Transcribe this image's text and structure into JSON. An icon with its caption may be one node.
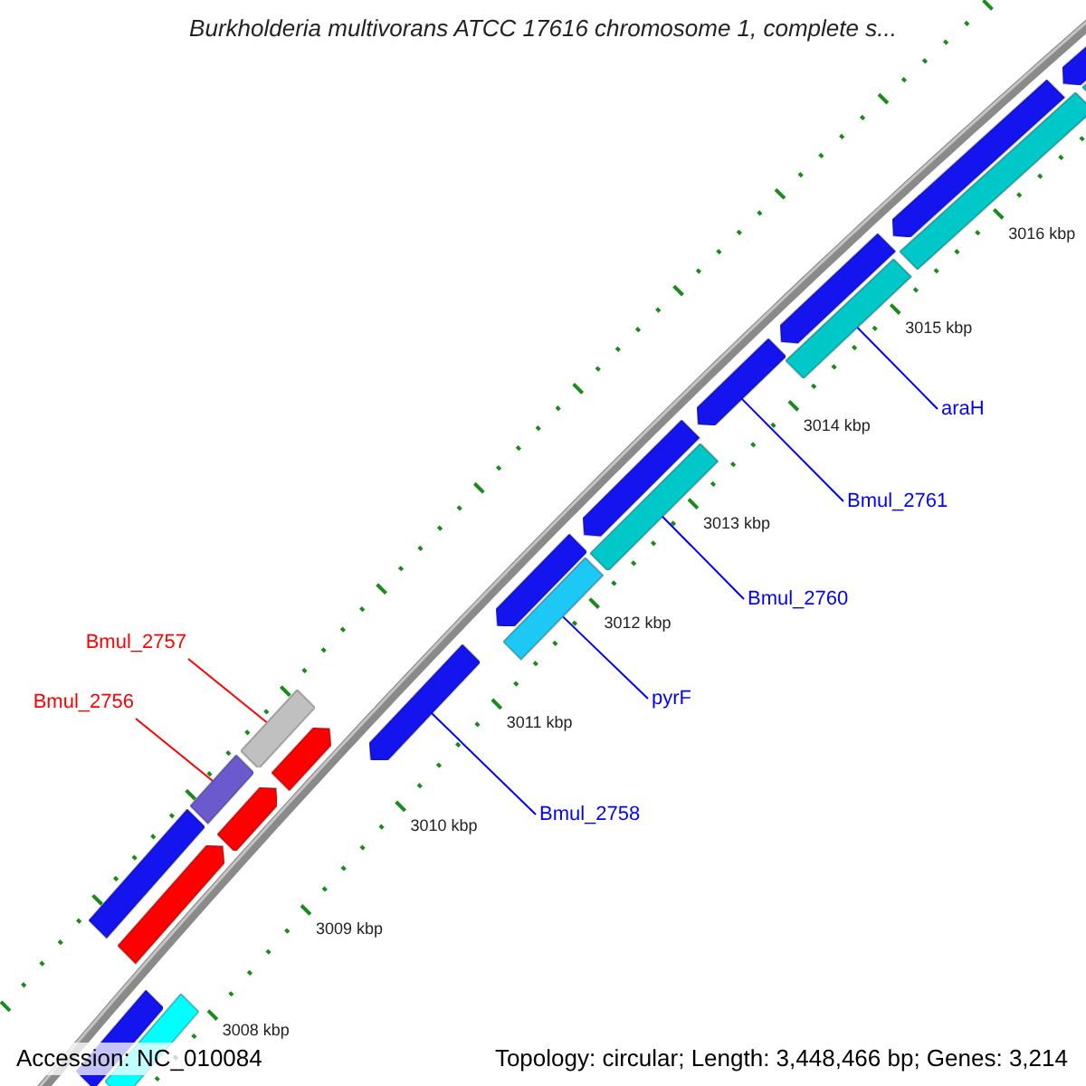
{
  "diagram": {
    "title": "Burkholderia multivorans ATCC 17616 chromosome 1, complete s...",
    "nodes": [
      {
        "text": [
          "araH"
        ]
      },
      {
        "text": [
          "Bmul_2761"
        ]
      },
      {
        "text": [
          "Bmul_2760"
        ]
      },
      {
        "text": [
          "Bmul_2757"
        ]
      },
      {
        "text": [
          "pyrF"
        ]
      },
      {
        "text": [
          "Bmul_2756"
        ]
      },
      {
        "text": [
          "Bmul_2758"
        ]
      },
      {
        "text": [],
        "shape": "bar"
      },
      {
        "text": [],
        "shape": "bar"
      },
      {
        "text": [],
        "shape": "bar"
      },
      {
        "text": [],
        "shape": "bar"
      },
      {
        "text": [],
        "shape": "bar"
      },
      {
        "text": [],
        "shape": "bar"
      },
      {
        "text": [],
        "shape": "bar"
      },
      {
        "text": [],
        "shape": "bar"
      },
      {
        "text": [],
        "shape": "bar"
      },
      {
        "text": [],
        "shape": "bar"
      },
      {
        "text": [],
        "shape": "bar"
      },
      {
        "text": [],
        "shape": "bar"
      },
      {
        "text": [],
        "shape": "bar"
      },
      {
        "text": [],
        "shape": "bar"
      },
      {
        "text": [],
        "shape": "bar"
      },
      {
        "text": [],
        "shape": "bar"
      },
      {
        "text": [],
        "shape": "bar"
      },
      {
        "text": [],
        "shape": "bar"
      },
      {
        "text": [],
        "shape": "bar"
      },
      {
        "text": [],
        "shape": "bar"
      }
    ],
    "edges": [
      {
        "from": 0,
        "to": 21,
        "arrow": "none"
      },
      {
        "from": 1,
        "to": 20,
        "arrow": "none"
      },
      {
        "from": 2,
        "to": 18,
        "arrow": "none"
      },
      {
        "from": 3,
        "to": 13,
        "arrow": "none",
        "color": "#ff0000"
      },
      {
        "from": 4,
        "to": 16,
        "arrow": "none"
      },
      {
        "from": 5,
        "to": 11,
        "arrow": "none",
        "color": "#ff0000"
      },
      {
        "from": 6,
        "to": 15,
        "arrow": "none"
      }
    ],
    "labels": [
      "3016 kbp",
      "3015 kbp",
      "3014 kbp",
      "3013 kbp",
      "3012 kbp",
      "3011 kbp",
      "3010 kbp",
      "3009 kbp",
      "3008 kbp",
      "Accession: NC_010084",
      "Topology: circular; Length: 3,448,466 bp; Genes: 3,214"
    ]
  }
}
